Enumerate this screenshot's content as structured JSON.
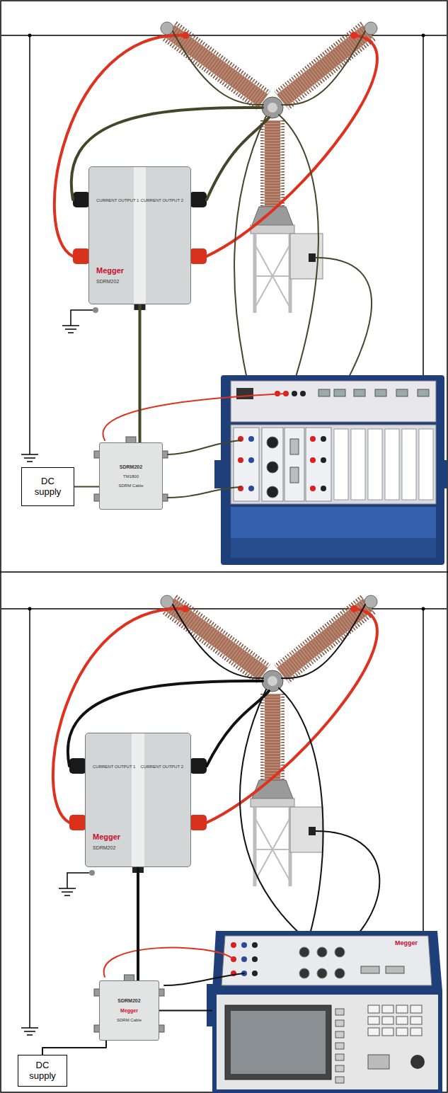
{
  "diagram": {
    "nodes": [
      {
        "text": [
          "CURRENT OUTPUT 1",
          "CURRENT OUTPUT 2",
          "Megger",
          "SDRM202"
        ]
      },
      {
        "text": [
          "SDRM202",
          "TM1800",
          "SDRM Cable"
        ]
      },
      {
        "text": [
          "DC supply"
        ]
      },
      {
        "text": [
          "CURRENT OUTPUT 1",
          "CURRENT OUTPUT 2",
          "Megger",
          "SDRM202"
        ]
      },
      {
        "text": [
          "SDRM202",
          "Megger",
          "SDRM Cable"
        ]
      },
      {
        "text": [
          "DC supply"
        ]
      },
      {
        "text": [
          "Megger"
        ]
      }
    ],
    "edges": [
      {
        "from": 0,
        "to": 1,
        "arrow": "none"
      },
      {
        "from": 2,
        "to": 1,
        "arrow": "none"
      },
      {
        "from": 3,
        "to": 4,
        "arrow": "none"
      },
      {
        "from": 5,
        "to": 4,
        "arrow": "none"
      },
      {
        "from": 4,
        "to": 6,
        "arrow": "none"
      }
    ]
  }
}
